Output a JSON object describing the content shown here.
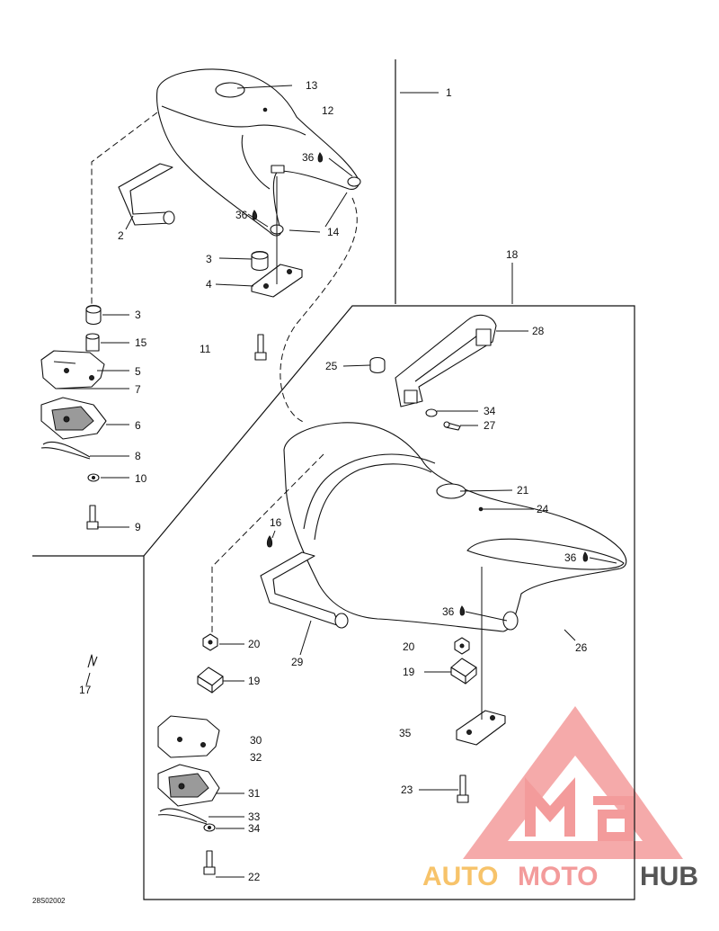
{
  "drawing_code": "28S02002",
  "glue_marker": "36",
  "callouts": {
    "c1": "1",
    "c2": "2",
    "c3a": "3",
    "c3b": "3",
    "c4": "4",
    "c5": "5",
    "c6": "6",
    "c7": "7",
    "c8": "8",
    "c9": "9",
    "c10": "10",
    "c11": "11",
    "c12": "12",
    "c13": "13",
    "c14": "14",
    "c15": "15",
    "c16": "16",
    "c17": "17",
    "c18": "18",
    "c19a": "19",
    "c19b": "19",
    "c20a": "20",
    "c20b": "20",
    "c21": "21",
    "c22": "22",
    "c23": "23",
    "c24": "24",
    "c25": "25",
    "c26": "26",
    "c27": "27",
    "c28": "28",
    "c29": "29",
    "c30": "30",
    "c31": "31",
    "c32": "32",
    "c33": "33",
    "c34a": "34",
    "c34b": "34",
    "c35": "35",
    "c36a": "36",
    "c36b": "36",
    "c36c": "36",
    "c36d": "36"
  },
  "watermark": {
    "part1": "AUTO",
    "part2": "MOTO",
    "part3": "HUB",
    "color_primary": "#f39b9b",
    "color_secondary": "#f7c36a",
    "color_dark": "#555555"
  }
}
